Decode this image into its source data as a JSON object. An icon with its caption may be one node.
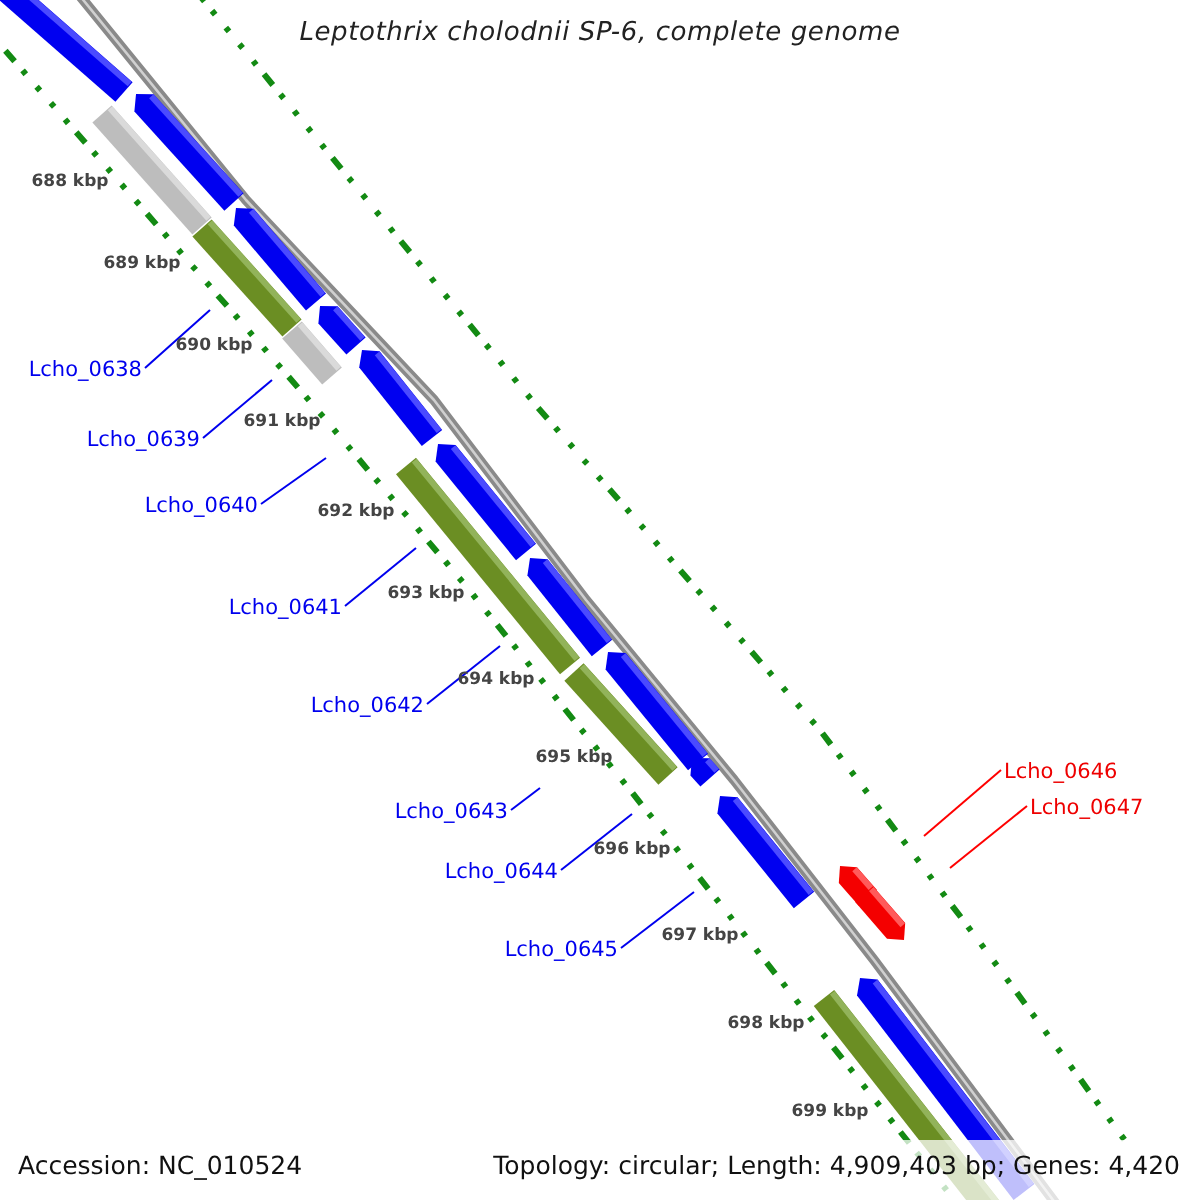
{
  "diagram": {
    "title": "Leptothrix cholodnii SP-6, complete genome",
    "nodes": [
      {
        "text": [
          "Lcho_0638"
        ]
      },
      {
        "text": [
          "Lcho_0639"
        ]
      },
      {
        "text": [
          "Lcho_0640"
        ]
      },
      {
        "text": [
          "Lcho_0641"
        ]
      },
      {
        "text": [
          "Lcho_0642"
        ]
      },
      {
        "text": [
          "Lcho_0643"
        ]
      },
      {
        "text": [
          "Lcho_0644"
        ]
      },
      {
        "text": [
          "Lcho_0645"
        ]
      },
      {
        "text": [
          "Lcho_0646"
        ]
      },
      {
        "text": [
          "Lcho_0647"
        ]
      }
    ],
    "edges": [
      {
        "from": 0,
        "to": null,
        "arrow": "none"
      },
      {
        "from": 1,
        "to": null,
        "arrow": "none"
      },
      {
        "from": 2,
        "to": null,
        "arrow": "none"
      },
      {
        "from": 3,
        "to": null,
        "arrow": "none"
      },
      {
        "from": 4,
        "to": null,
        "arrow": "none"
      },
      {
        "from": 5,
        "to": null,
        "arrow": "none"
      },
      {
        "from": 6,
        "to": null,
        "arrow": "none"
      },
      {
        "from": 7,
        "to": null,
        "arrow": "none"
      },
      {
        "from": 8,
        "to": null,
        "arrow": "none",
        "color": "#ff0000"
      },
      {
        "from": 9,
        "to": null,
        "arrow": "none",
        "color": "#ff0000"
      }
    ],
    "labels": [
      "688 kbp",
      "689 kbp",
      "690 kbp",
      "691 kbp",
      "692 kbp",
      "693 kbp",
      "694 kbp",
      "695 kbp",
      "696 kbp",
      "697 kbp",
      "698 kbp",
      "699 kbp",
      "Accession: NC_010524",
      "Topology: circular; Length: 4,909,403 bp; Genes: 4,420"
    ]
  }
}
